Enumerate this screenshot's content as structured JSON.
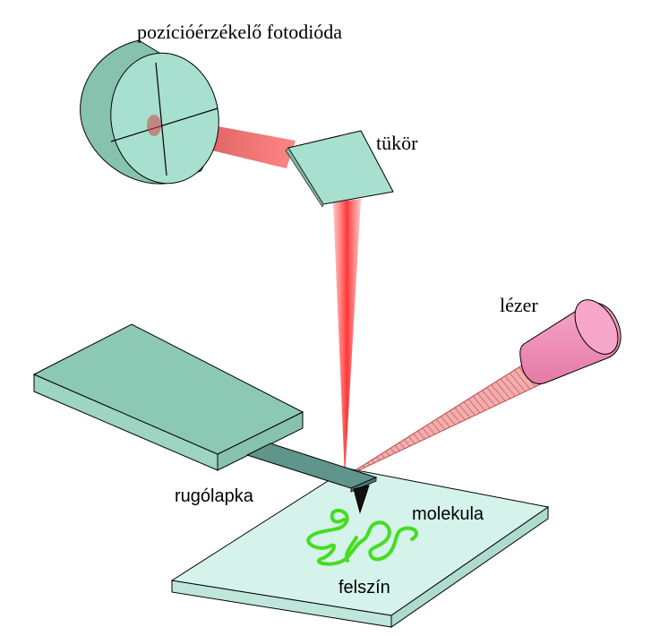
{
  "labels": {
    "photodiode": "pozícióérzékelő fotodióda",
    "mirror": "tükör",
    "laser": "lézer",
    "cantilever": "rugólapka",
    "molecule": "molekula",
    "surface": "felszín"
  },
  "colors": {
    "device": "#a8e0cf",
    "device_dark": "#86c2ae",
    "holder": "#8cc9b5",
    "cantilever": "#5f958a",
    "surface": "#d5f3ea",
    "beam": "#ff4444",
    "laser_body": "#f08cb4",
    "molecule": "#44dd22"
  }
}
